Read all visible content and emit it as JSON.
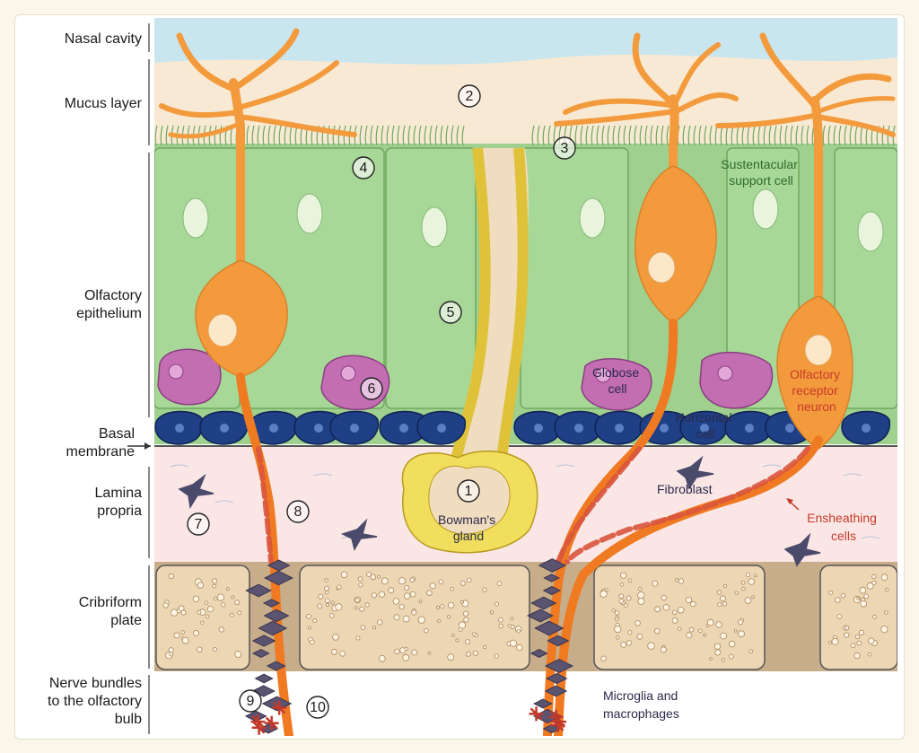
{
  "layers": [
    {
      "key": "nasal_cavity",
      "lines": [
        "Nasal cavity"
      ]
    },
    {
      "key": "mucus_layer",
      "lines": [
        "Mucus layer"
      ]
    },
    {
      "key": "olfactory_epithelium",
      "lines": [
        "Olfactory",
        "epithelium"
      ]
    },
    {
      "key": "basal_membrane",
      "lines": [
        "Basal",
        "membrane"
      ]
    },
    {
      "key": "lamina_propria",
      "lines": [
        "Lamina",
        "propria"
      ]
    },
    {
      "key": "cribriform_plate",
      "lines": [
        "Cribriform",
        "plate"
      ]
    },
    {
      "key": "nerve_bundles",
      "lines": [
        "Nerve bundles",
        "to the olfactory",
        "bulb"
      ]
    }
  ],
  "annotations": {
    "sustentacular": [
      "Sustentacular",
      "support cell"
    ],
    "globose": [
      "Globose",
      "cell"
    ],
    "horizontal": [
      "Horizontal",
      "cell"
    ],
    "orn": [
      "Olfactory",
      "receptor",
      "neuron"
    ],
    "fibroblast": [
      "Fibroblast"
    ],
    "ensheathing": [
      "Ensheathing",
      "cells"
    ],
    "bowman": [
      "Bowman's",
      "gland"
    ],
    "microglia": [
      "Microglia and",
      "macrophages"
    ]
  },
  "markers": [
    "1",
    "2",
    "3",
    "4",
    "5",
    "6",
    "7",
    "8",
    "9",
    "10"
  ],
  "colors": {
    "nasal_cavity": "#c9e6ef",
    "mucus": "#f7e9d4",
    "epithelium": "#9fd08e",
    "cell_border": "#6fa85f",
    "neuron": "#f39a3c",
    "axon": "#f07a22",
    "globose": "#c36db3",
    "horizontal": "#1f3f86",
    "lamina": "#fbe6e6",
    "cribriform": "#ecd6b4",
    "ensheathing": "#d9553d",
    "gland": "#f1de5c",
    "annotation_dark": "#2a2a4a",
    "annotation_green": "#2d6b2d",
    "annotation_red": "#c73b2a"
  }
}
